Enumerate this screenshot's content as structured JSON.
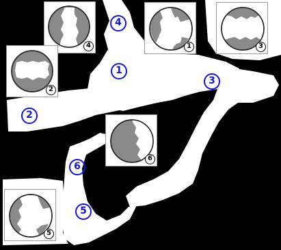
{
  "colors": {
    "background": "#000000",
    "path": "#ffffff",
    "piece": "#8a8a8a",
    "label": "#1414d8"
  },
  "regions": [
    {
      "id": "1",
      "label": "1"
    },
    {
      "id": "2",
      "label": "2"
    },
    {
      "id": "3",
      "label": "3"
    },
    {
      "id": "4",
      "label": "4"
    },
    {
      "id": "5",
      "label": "5"
    },
    {
      "id": "6",
      "label": "6"
    }
  ],
  "thumbnails": [
    {
      "id": "1",
      "badge": "1",
      "shape": "pinwheel"
    },
    {
      "id": "2",
      "badge": "2",
      "shape": "rectangle"
    },
    {
      "id": "3",
      "badge": "3",
      "shape": "hourglass"
    },
    {
      "id": "4",
      "badge": "4",
      "shape": "column"
    },
    {
      "id": "5",
      "badge": "5",
      "shape": "pinwheel"
    },
    {
      "id": "6",
      "badge": "6",
      "shape": "split"
    }
  ]
}
